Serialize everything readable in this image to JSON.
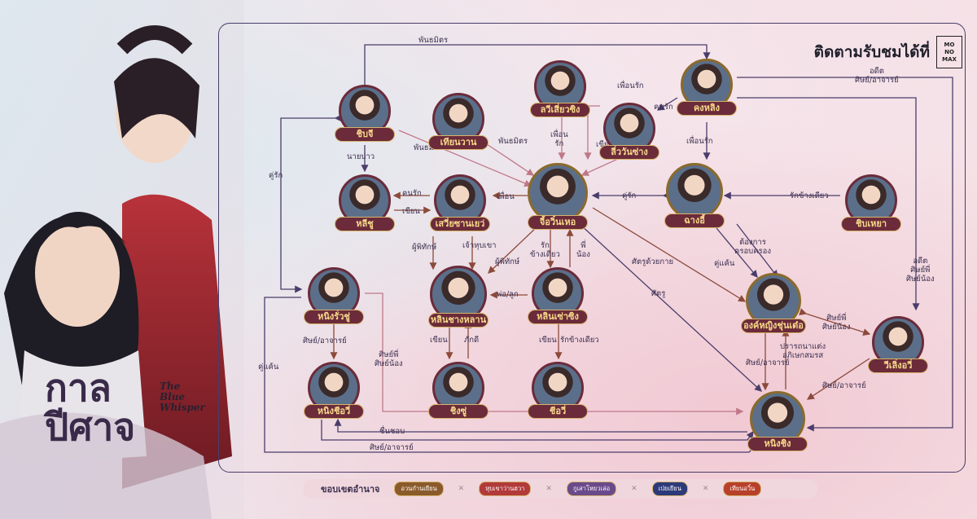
{
  "header": {
    "follow_text": "ติดตามรับชมได้ที่",
    "logo_lines": [
      "MO",
      "NO",
      "MAX"
    ]
  },
  "title": {
    "thai_line1": "กาล",
    "thai_line2": "ปีศาจ",
    "english": [
      "The",
      "Blue",
      "Whisper"
    ]
  },
  "nodes": {
    "chibi": "ชิบจี",
    "tianwa": "เทียนวาน",
    "lualaxia": "ลวีเสี่ยวซิง",
    "khongbae": "คงหลิง",
    "luwan": "ลี่ววันซ่าง",
    "hualiu": "หลีชู",
    "sia": "เสวี่ยซานเยว่",
    "heroine": "จี้อวิ๋นเหอ",
    "changyi": "ฉางอี้",
    "chibyao": "ชิบเหยา",
    "hninruai": "หนิงรั่วชู่",
    "lin_hualan": "หลินชางหลาน",
    "lin_xiaosing": "หลินเซ่าซิง",
    "empress": "องค์หญิงชุ่นเต๋อ",
    "hsisuei": "หนิงชีอวี่",
    "shingchu": "ชิงซู่",
    "chiayu": "ชีอวี่",
    "valenchi": "วีเลิ่งอวี่",
    "hnicheng": "หนิงชิง"
  },
  "edge_labels": {
    "alliance_top": "พันธมิตร",
    "former_master_top": "อดีต\nศิษย์/อาจารย์",
    "friend_lover": "เพื่อนรัก",
    "friend_rak": "เพื่อน\nรัก",
    "alliance_mid": "พันธมิตร",
    "alliance_left": "พันธมิตร",
    "servant": "นายบ่าว",
    "lover_left": "คู่รัก",
    "lover_right": "คู่รัก",
    "friend": "เพื่อน",
    "sweetheart": "คนรัก",
    "wife": "เขียน",
    "one_sided": "รักข้างเดียว",
    "want_power": "ต้องการ\nครอบครอง",
    "rival": "คู่แค้น",
    "former_master_right": "อดีต\nศิษย์พี่\nศิษย์น้อง",
    "master_disciple": "ผู้พิทักษ์",
    "mountain_lord": "เจ้าหุบเขา",
    "mountain_guard": "ผู้พิทักษ์",
    "one_sided2": "รัก\nข้างเดียว",
    "brothers": "พี่\nน้อง",
    "enemy_via": "ศัตรูด้วยกาย",
    "enemy": "ศัตรู",
    "father_son": "พ่อ/ลูก",
    "disciple_sibling": "ศิษย์พี่\nศิษย์น้อง",
    "master_master": "ศิษย์/อาจารย์",
    "whip": "เขียน",
    "kill": "ภักดี",
    "whip2": "เขียน",
    "one_sided3": "รักข้างเดียว",
    "disciple_sibling2": "ศิษย์พี่\nศิษย์น้อง",
    "rival2": "คู่แค้น",
    "admire": "ชื่นชอบ",
    "master_master2": "ศิษย์/อาจารย์",
    "master_master3": "ศิษย์/อาจารย์",
    "master_master_right": "ศิษย์/อาจารย์",
    "half_sib": "ปรารถนาแต่ง\nอภิเษกสมรส",
    "teacher_vert": "ศิษย์/อาจารย์"
  },
  "footer": {
    "title": "ขอบเขตอำนาจ",
    "chips": [
      {
        "label": "อวนกำนเยียน",
        "color": "#8b5a2b"
      },
      {
        "label": "หุบเขาว่านฮวา",
        "color": "#b23a3a"
      },
      {
        "label": "กูเสาโหยวเล่อ",
        "color": "#6b4a8b"
      },
      {
        "label": "เป่ยเยียน",
        "color": "#2d3a7a"
      },
      {
        "label": "เทียนอวิ๋น",
        "color": "#b8402a"
      }
    ],
    "sep": "✕"
  },
  "colors": {
    "line_purple": "#4a3d6b",
    "line_brown": "#8b4a3a",
    "line_pink": "#c07888"
  }
}
